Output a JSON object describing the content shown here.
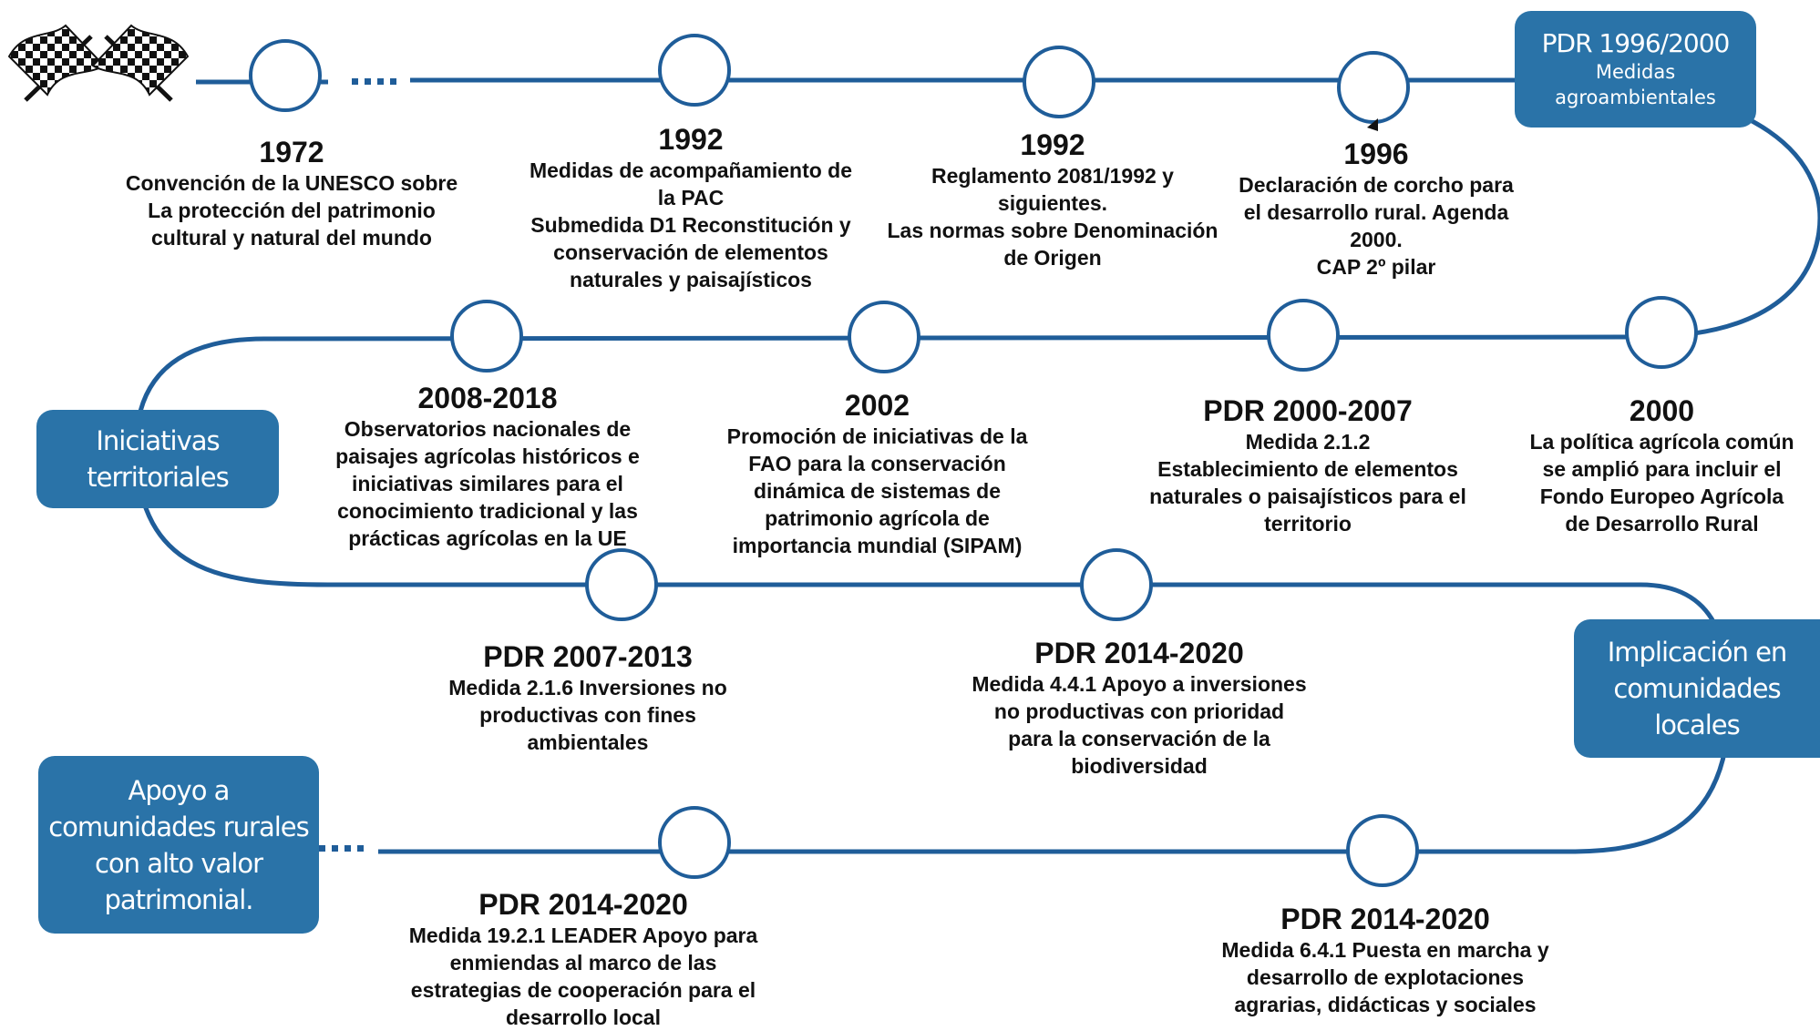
{
  "colors": {
    "path": "#1f5d99",
    "node_fill": "#ffffff",
    "box": "#2a73a8",
    "text": "#111111"
  },
  "icons": {
    "start": "checkered-flags-icon"
  },
  "boxes": {
    "pdr_1996": {
      "title": "PDR 1996/2000",
      "lines": [
        "Medidas",
        "agroambientales"
      ]
    },
    "iniciativas": {
      "lines": [
        "Iniciativas",
        "territoriales"
      ]
    },
    "implicacion": {
      "lines": [
        "Implicación en",
        "comunidades",
        "locales"
      ]
    },
    "apoyo": {
      "lines": [
        "Apoyo a",
        "comunidades rurales",
        "con alto valor",
        "patrimonial."
      ]
    }
  },
  "milestones": [
    {
      "year": "1972",
      "desc": [
        "Convención de la UNESCO sobre",
        "La protección del patrimonio",
        "cultural y natural del mundo"
      ]
    },
    {
      "year": "1992",
      "desc": [
        "Medidas de acompañamiento de",
        "la PAC",
        "Submedida D1 Reconstitución y",
        "conservación de elementos",
        "naturales y paisajísticos"
      ]
    },
    {
      "year": "1992",
      "desc": [
        "Reglamento 2081/1992 y",
        "siguientes.",
        "Las normas sobre Denominación",
        "de Origen"
      ]
    },
    {
      "year": "1996",
      "desc": [
        "Declaración de corcho para",
        "el desarrollo rural. Agenda",
        "2000.",
        "CAP 2º pilar"
      ]
    },
    {
      "year": "2000",
      "desc": [
        "La política agrícola común",
        "se amplió para incluir el",
        "Fondo Europeo Agrícola",
        "de Desarrollo Rural"
      ]
    },
    {
      "year": "PDR 2000-2007",
      "desc": [
        "Medida 2.1.2",
        "Establecimiento de elementos",
        "naturales o paisajísticos para el",
        "territorio"
      ]
    },
    {
      "year": "2002",
      "desc": [
        "Promoción de iniciativas de la",
        "FAO para la conservación",
        "dinámica de sistemas de",
        "patrimonio agrícola de",
        "importancia mundial (SIPAM)"
      ]
    },
    {
      "year": "2008-2018",
      "desc": [
        "Observatorios nacionales de",
        "paisajes agrícolas históricos e",
        "iniciativas similares para el",
        "conocimiento tradicional y las",
        "prácticas agrícolas en la UE"
      ]
    },
    {
      "year": "PDR 2007-2013",
      "desc": [
        "Medida 2.1.6 Inversiones no",
        "productivas con fines",
        "ambientales"
      ]
    },
    {
      "year": "PDR 2014-2020",
      "desc": [
        "Medida 4.4.1 Apoyo a inversiones",
        "no productivas con prioridad",
        "para la conservación de la",
        "biodiversidad"
      ]
    },
    {
      "year": "PDR 2014-2020",
      "desc": [
        "Medida 6.4.1 Puesta en marcha y",
        "desarrollo de explotaciones",
        "agrarias, didácticas y sociales"
      ]
    },
    {
      "year": "PDR 2014-2020",
      "desc": [
        "Medida 19.2.1 LEADER Apoyo para",
        "enmiendas al marco de las",
        "estrategias de cooperación para el",
        "desarrollo local"
      ]
    }
  ]
}
